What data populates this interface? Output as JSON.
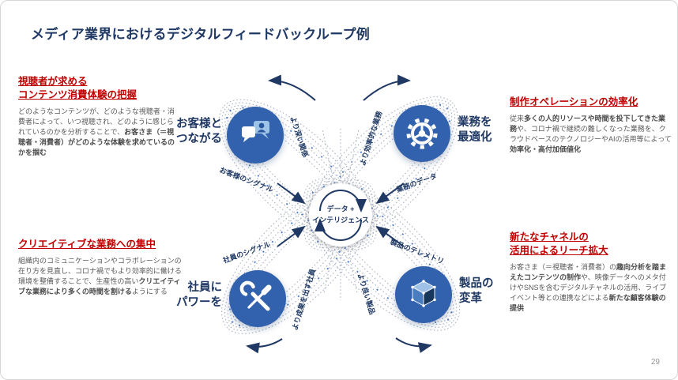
{
  "slide": {
    "title": "メディア業界におけるデジタルフィードバックループ例",
    "page_number": "29"
  },
  "colors": {
    "title_navy": "#1f3864",
    "accent_red": "#c00000",
    "node_blue": "#3162ae",
    "body_gray": "#595959"
  },
  "blocks": {
    "top_left": {
      "heading_line1": "視聴者が求める",
      "heading_line2": "コンテンツ消費体験の把握",
      "body_a": "どのようなコンテンツが、どのような視聴者・消費者によって、いつ視聴され、どのように感じられているのかを分析することで、",
      "body_b": "お客さま（＝視聴者・消費者）がどのような体験を求めているのかを掴む",
      "body_c": "",
      "body_d": ""
    },
    "top_right": {
      "heading_line1": "制作オペレーションの効率化",
      "heading_line2": "",
      "body_a": "従来",
      "body_b": "多くの人的リソースや時間を投下してきた業務",
      "body_c": "や、コロナ禍で継続の難しくなった業務を、クラウドベースのテクノロジーやAIの活用等によって",
      "body_d": "効率化・高付加価値化"
    },
    "bottom_left": {
      "heading_line1": "クリエイティブな業務への集中",
      "heading_line2": "",
      "body_a": "組織内のコミュニケーションやコラボレーションの在り方を見直し、コロナ禍でもより効率的に働ける環境を整備することで、生産性の高い",
      "body_b": "クリエイティブな業務により多くの時間を割ける",
      "body_c": "ようにする",
      "body_d": ""
    },
    "bottom_right": {
      "heading_line1": "新たなチャネルの",
      "heading_line2": "活用によるリーチ拡大",
      "body_a": "お客さま（＝視聴者・消費者）の",
      "body_b": "趣向分析を踏まえたコンテンツの制作",
      "body_c": "や、映像データへのメタ付けやSNSを含むデジタルチャネルの活用、ライブイベント等との連携などによる",
      "body_d": "新たな顧客体験の提供"
    }
  },
  "diagram": {
    "center": {
      "line1": "データ +",
      "line2": "インテリジェンス"
    },
    "nodes": {
      "customers": {
        "label_line1": "お客様と",
        "label_line2": "つながる",
        "icon": "chat-people-icon"
      },
      "operations": {
        "label_line1": "業務を",
        "label_line2": "最適化",
        "icon": "gear-icon"
      },
      "employees": {
        "label_line1": "社員に",
        "label_line2": "パワーを",
        "icon": "tools-icon"
      },
      "products": {
        "label_line1": "製品の",
        "label_line2": "変革",
        "icon": "cube-icon"
      }
    },
    "flow_labels": {
      "deeper_relationships": "より深い関係",
      "efficient_operations": "より効率的な業務",
      "customer_signals": "お客様のシグナル",
      "operations_data": "業務のデータ",
      "employee_signals": "社員のシグナル",
      "product_telemetry": "製品のテレメトリ",
      "productive_employees": "より成果を出す社員",
      "better_products": "より良い製品"
    }
  }
}
